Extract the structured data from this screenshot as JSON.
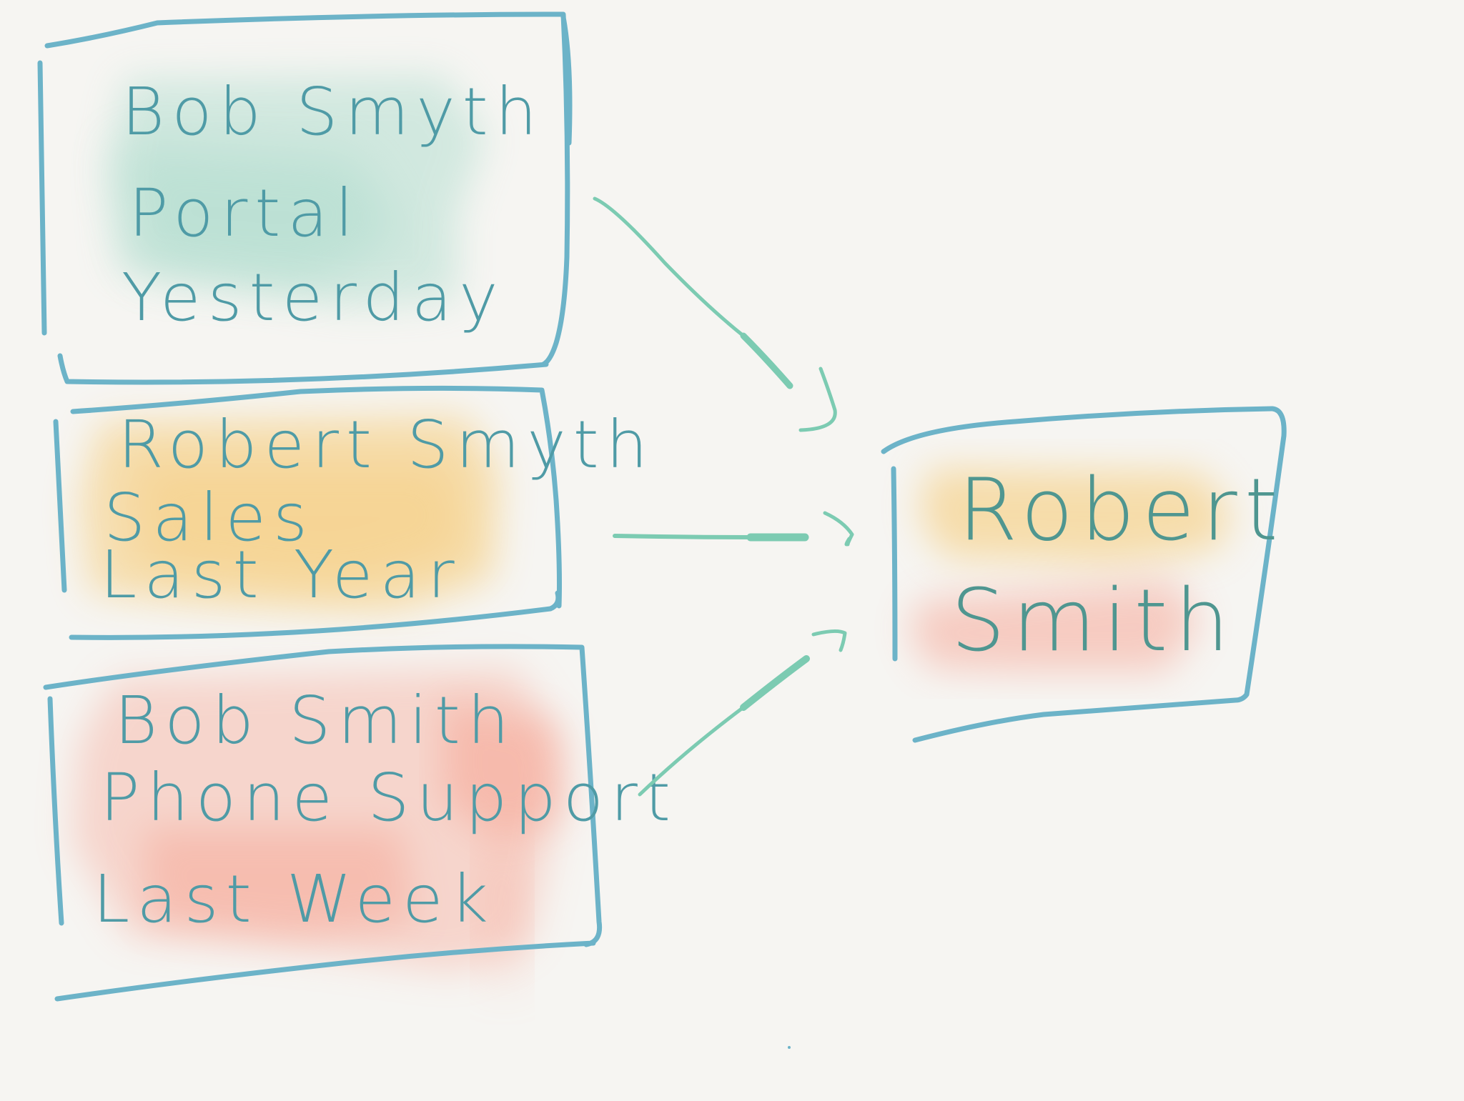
{
  "sources": [
    {
      "name": "Bob Smyth",
      "channel": "Portal",
      "when": "Yesterday",
      "highlight": "#8fd1bd"
    },
    {
      "name": "Robert Smyth",
      "channel": "Sales",
      "when": "Last Year",
      "highlight": "#f6c464"
    },
    {
      "name": "Bob Smith",
      "channel": "Phone Support",
      "when": "Last Week",
      "highlight": "#f79a86"
    }
  ],
  "result": {
    "first_name": "Robert",
    "last_name": "Smith",
    "first_highlight": "#f6c464",
    "last_highlight": "#f79a86"
  },
  "colors": {
    "background": "#f6f5f2",
    "box_stroke": "#6cb3c8",
    "arrow_stroke": "#7ccbb2",
    "ink": "#4f9ba6"
  }
}
